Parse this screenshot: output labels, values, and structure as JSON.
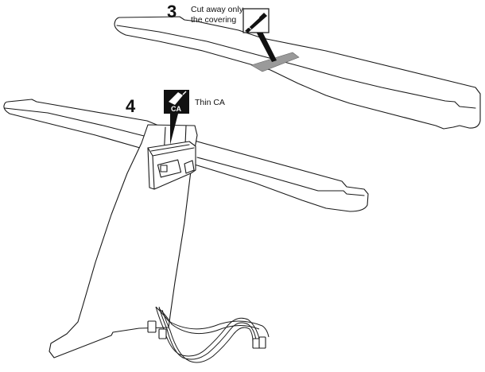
{
  "steps": {
    "step3": {
      "number": "3",
      "note_line1": "Cut away only",
      "note_line2": "the covering",
      "icon": "knife-icon"
    },
    "step4": {
      "number": "4",
      "note": "Thin CA",
      "icon_label": "CA",
      "icon": "glue-bottle-icon"
    }
  },
  "colors": {
    "ink": "#1a1a1a",
    "covering_strip": "#9a9a9a",
    "icon_bg": "#111111",
    "background": "#ffffff"
  }
}
